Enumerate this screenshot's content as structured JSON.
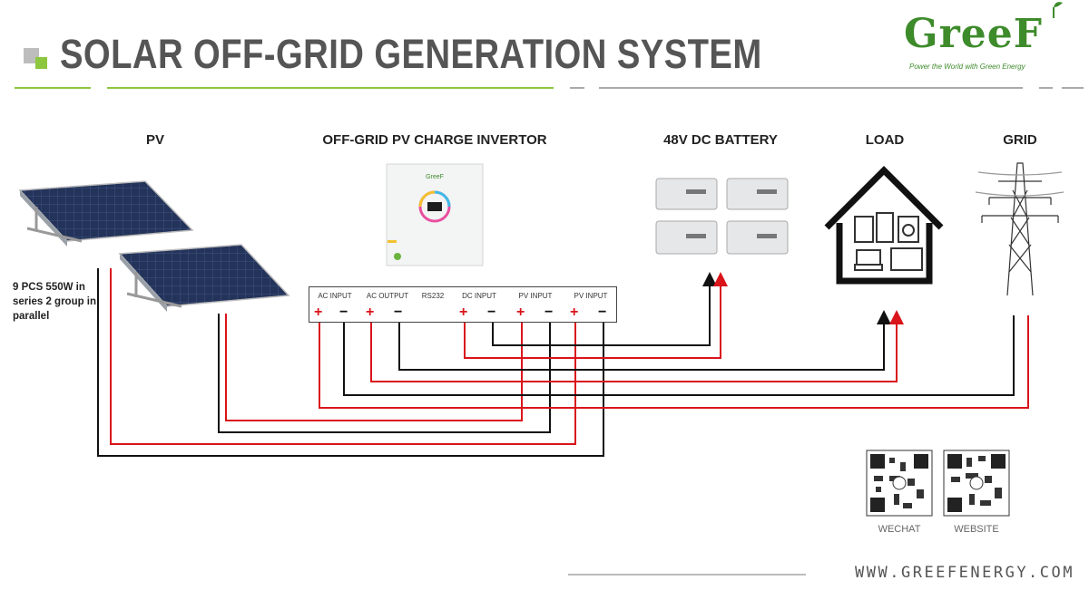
{
  "header": {
    "title": "SOLAR OFF-GRID GENERATION SYSTEM",
    "logo_text": "GreeF",
    "logo_tagline": "Power the World with Green Energy",
    "accent_color": "#8dc63f"
  },
  "columns": {
    "pv": "PV",
    "inverter": "OFF-GRID PV CHARGE INVERTOR",
    "battery": "48V DC BATTERY",
    "load": "LOAD",
    "grid": "GRID"
  },
  "pv_note": "9 PCS 550W in series 2 group in parallel",
  "terminals": {
    "groups": [
      "AC INPUT",
      "AC OUTPUT",
      "RS232",
      "DC INPUT",
      "PV INPUT",
      "PV INPUT"
    ],
    "plus": "+",
    "minus": "−"
  },
  "wire_colors": {
    "positive": "#d9141b",
    "negative": "#111111"
  },
  "qr": {
    "wechat_label": "WECHAT",
    "website_label": "WEBSITE"
  },
  "footer": {
    "website": "WWW.GREEFENERGY.COM"
  },
  "icons": {
    "solar_panel": "solar-panel-icon",
    "inverter": "inverter-icon",
    "battery": "battery-icon",
    "house": "house-icon",
    "tower": "transmission-tower-icon"
  }
}
